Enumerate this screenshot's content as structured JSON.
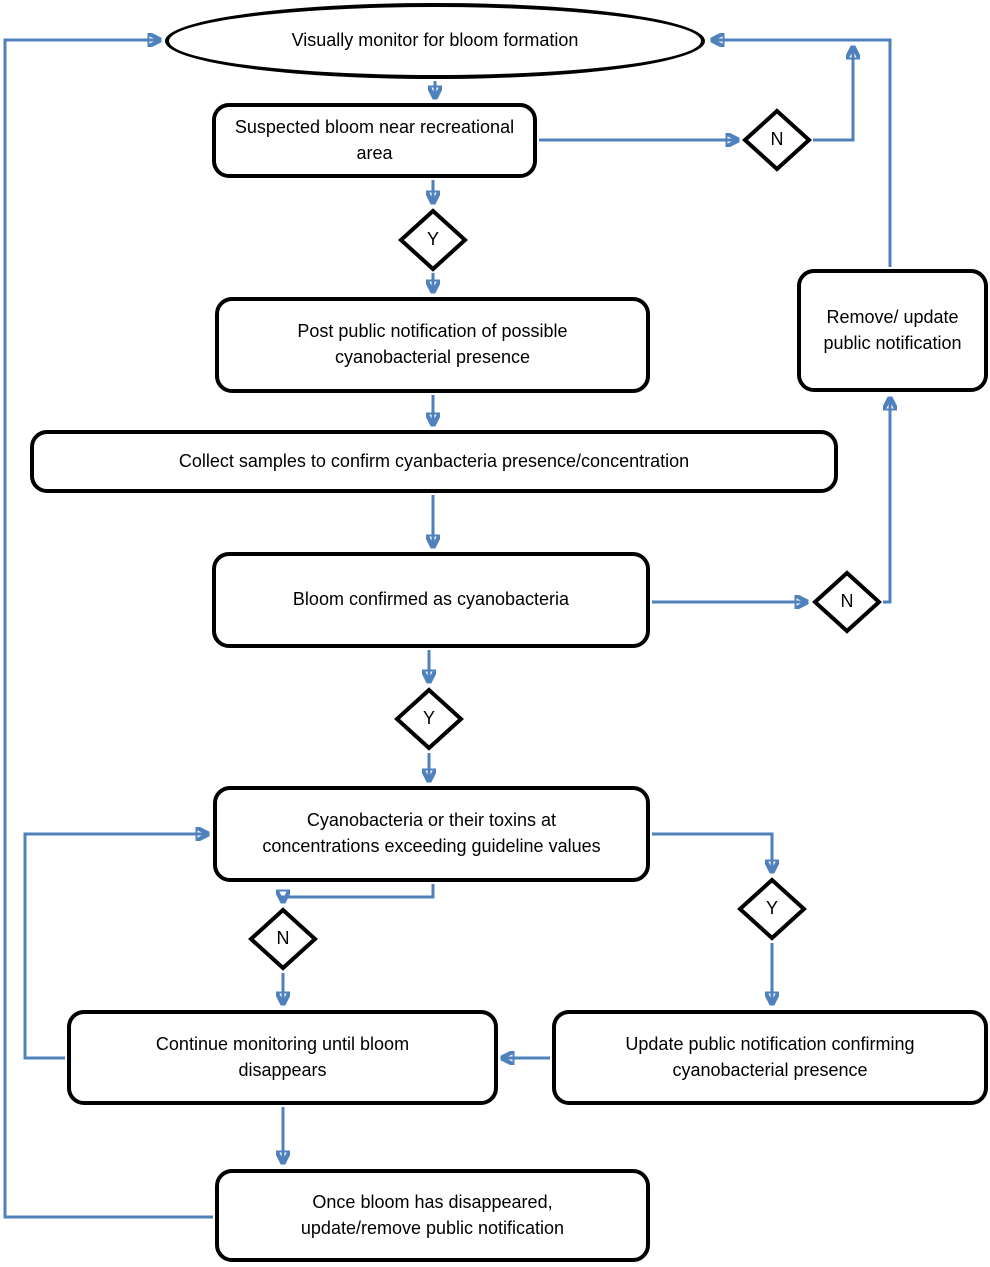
{
  "diagram": {
    "type": "flowchart",
    "topic": "Cyanobacterial bloom monitoring and public notification decision process"
  },
  "colors": {
    "connector": "#4f81bd",
    "shape_border": "#000000",
    "shape_fill": "#ffffff",
    "text": "#000000",
    "background": "#ffffff"
  },
  "nodes": {
    "start": {
      "type": "terminator",
      "label": "Visually monitor for bloom formation"
    },
    "suspected_bloom": {
      "type": "process",
      "label": "Suspected bloom near recreational area"
    },
    "suspected_no": {
      "type": "decision",
      "label": "N"
    },
    "suspected_yes": {
      "type": "decision",
      "label": "Y"
    },
    "post_notification": {
      "type": "process",
      "label": "Post public notification of possible cyanobacterial presence"
    },
    "collect_samples": {
      "type": "process",
      "label": "Collect samples to confirm cyanbacteria presence/concentration"
    },
    "bloom_confirmed": {
      "type": "process",
      "label": "Bloom confirmed as  cyanobacteria"
    },
    "confirmed_no": {
      "type": "decision",
      "label": "N"
    },
    "confirmed_yes": {
      "type": "decision",
      "label": "Y"
    },
    "exceed_guideline": {
      "type": "process",
      "label": "Cyanobacteria or their toxins at concentrations exceeding guideline values"
    },
    "exceed_yes": {
      "type": "decision",
      "label": "Y"
    },
    "exceed_no": {
      "type": "decision",
      "label": "N"
    },
    "continue_monitoring": {
      "type": "process",
      "label": "Continue monitoring until bloom disappears"
    },
    "update_notification": {
      "type": "process",
      "label": "Update public notification  confirming cyanobacterial presence"
    },
    "bloom_disappeared": {
      "type": "process",
      "label": "Once bloom has disappeared, update/remove public notification"
    },
    "remove_notification": {
      "type": "process",
      "label": "Remove/ update public notification"
    }
  },
  "edges": [
    {
      "from": "start",
      "to": "suspected_bloom"
    },
    {
      "from": "suspected_bloom",
      "to": "start",
      "via": "N"
    },
    {
      "from": "suspected_bloom",
      "to": "post_notification",
      "via": "Y"
    },
    {
      "from": "post_notification",
      "to": "collect_samples"
    },
    {
      "from": "collect_samples",
      "to": "bloom_confirmed"
    },
    {
      "from": "bloom_confirmed",
      "to": "remove_notification",
      "via": "N"
    },
    {
      "from": "bloom_confirmed",
      "to": "exceed_guideline",
      "via": "Y"
    },
    {
      "from": "remove_notification",
      "to": "start"
    },
    {
      "from": "exceed_guideline",
      "to": "update_notification",
      "via": "Y"
    },
    {
      "from": "exceed_guideline",
      "to": "continue_monitoring",
      "via": "N"
    },
    {
      "from": "update_notification",
      "to": "continue_monitoring"
    },
    {
      "from": "continue_monitoring",
      "to": "exceed_guideline"
    },
    {
      "from": "continue_monitoring",
      "to": "bloom_disappeared"
    },
    {
      "from": "bloom_disappeared",
      "to": "start"
    }
  ]
}
